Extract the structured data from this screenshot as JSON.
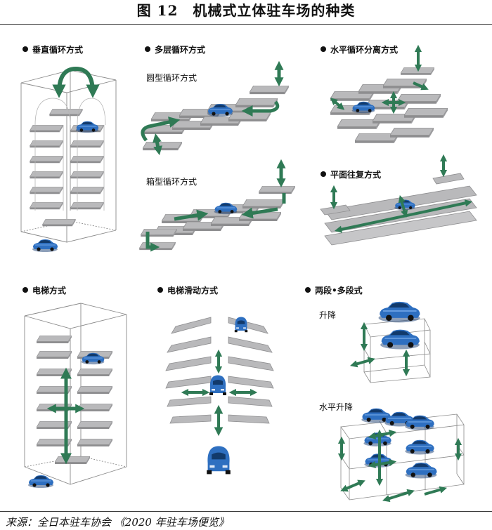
{
  "figure": {
    "title": "图 12　机械式立体驻车场的种类",
    "source": "来源：全日本驻车协会 《2020 年驻车场便览》"
  },
  "sections": {
    "vertical_circulation": {
      "title": "垂直循环方式"
    },
    "multilayer_circulation": {
      "title": "多层循环方式",
      "sub_round": "圆型循环方式",
      "sub_box": "箱型循环方式"
    },
    "horizontal_circulation": {
      "title": "水平循环分离方式"
    },
    "plane_reciprocating": {
      "title": "平面往复方式"
    },
    "elevator": {
      "title": "电梯方式"
    },
    "elevator_slide": {
      "title": "电梯滑动方式"
    },
    "two_multi_stage": {
      "title": "两段•多段式",
      "sub_lift": "升降",
      "sub_horizontal_lift": "水平升降"
    }
  },
  "colors": {
    "arrow": "#2f7a55",
    "platform": "#b9b9bb",
    "platform_edge": "#8e8e90",
    "car": "#2e6fc0",
    "frame": "#8a8a8a"
  }
}
